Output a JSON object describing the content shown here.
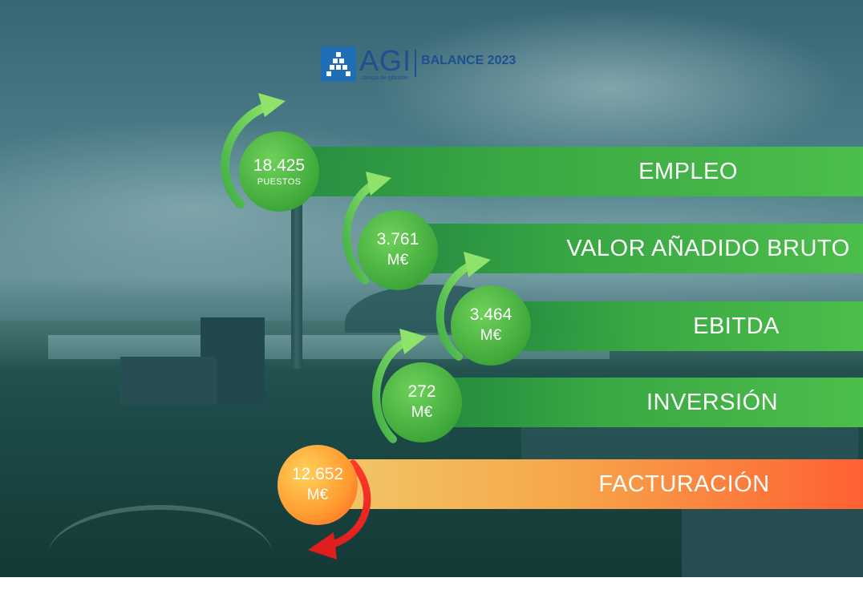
{
  "logo": {
    "name": "AGI",
    "subtitle": "campo de gibraltar",
    "title": "BALANCE 2023"
  },
  "metrics": [
    {
      "label": "EMPLEO",
      "value": "18.425",
      "unit": "PUESTOS",
      "trend": "up",
      "color": "#3fae45"
    },
    {
      "label": "VALOR AÑADIDO BRUTO",
      "value": "3.761",
      "unit": "M€",
      "trend": "up",
      "color": "#3fae45"
    },
    {
      "label": "EBITDA",
      "value": "3.464",
      "unit": "M€",
      "trend": "up",
      "color": "#3fae45"
    },
    {
      "label": "INVERSIÓN",
      "value": "272",
      "unit": "M€",
      "trend": "up",
      "color": "#3fae45"
    },
    {
      "label": "FACTURACIÓN",
      "value": "12.652",
      "unit": "M€",
      "trend": "down",
      "color": "#ff5a2a"
    }
  ],
  "icons": {
    "up": "curved-arrow-up-icon",
    "down": "curved-arrow-down-icon"
  }
}
